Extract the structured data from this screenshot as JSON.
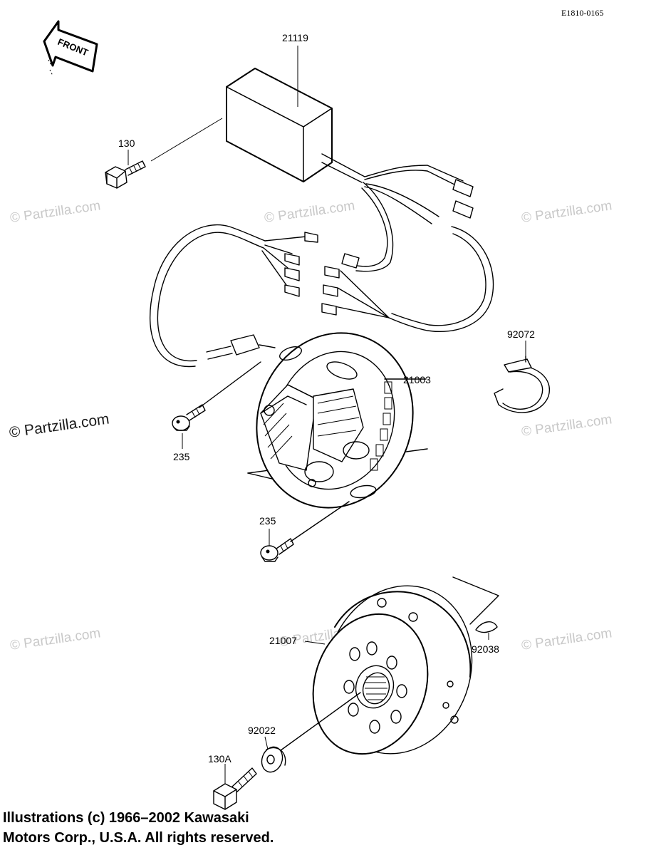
{
  "ref_code": "E1810-0165",
  "front_label": "FRONT",
  "parts": {
    "p21119": "21119",
    "p130": "130",
    "p21003": "21003",
    "p92072": "92072",
    "p235a": "235",
    "p235b": "235",
    "p21007": "21007",
    "p92038": "92038",
    "p92022": "92022",
    "p130A": "130A"
  },
  "watermark": "© Partzilla.com",
  "copyright": {
    "line1": "Illustrations (c) 1966–2002 Kawasaki",
    "line2": "Motors Corp., U.S.A.  All rights reserved."
  }
}
